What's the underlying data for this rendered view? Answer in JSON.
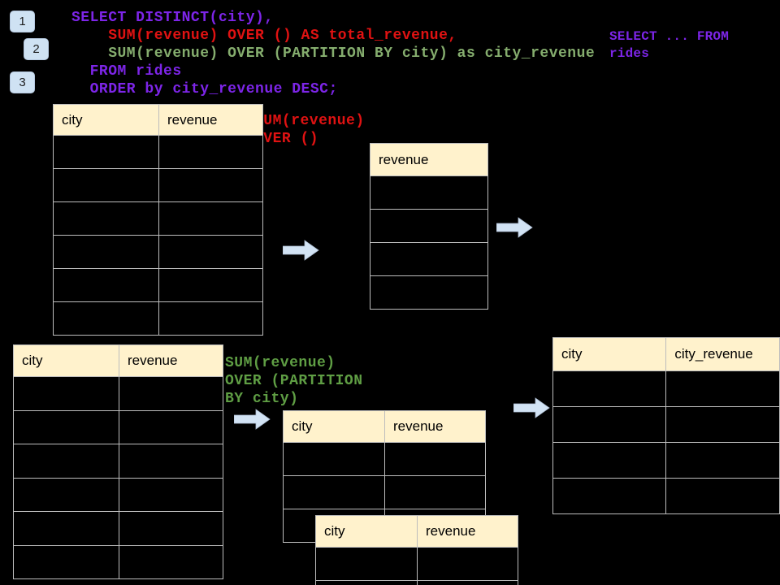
{
  "diagram": {
    "colors": {
      "background": "#000000",
      "purple": "#7d25e8",
      "red": "#e01212",
      "green_code": "#85ad6e",
      "green_label": "#5f9e44",
      "arrow_fill": "#d2e3f4",
      "header_bg": "#fff2cc",
      "border": "#bdbdbd",
      "badge_bg": "#cfe2f3"
    },
    "badges": [
      {
        "label": "1"
      },
      {
        "label": "2"
      },
      {
        "label": "3"
      }
    ],
    "code": {
      "lines": [
        {
          "text": "SELECT DISTINCT(city),",
          "color": "purple"
        },
        {
          "text": "    SUM(revenue) OVER () AS total_revenue,",
          "color": "red"
        },
        {
          "text": "    SUM(revenue) OVER (PARTITION BY city) as city_revenue",
          "color": "green_code"
        },
        {
          "text": "  FROM rides",
          "color": "purple"
        },
        {
          "text": "  ORDER by city_revenue DESC;",
          "color": "purple"
        }
      ]
    },
    "side_note": {
      "text": "SELECT ... FROM\nrides"
    },
    "labels": {
      "total": {
        "text": "SUM(revenue)\nOVER ()"
      },
      "partition": {
        "text": "SUM(revenue)\nOVER (PARTITION\nBY city)"
      }
    },
    "tables": [
      {
        "id": "source-top",
        "headers": [
          "city",
          "revenue"
        ],
        "row_count": 6
      },
      {
        "id": "total-revenue-result",
        "headers": [
          "revenue"
        ],
        "row_count": 4
      },
      {
        "id": "source-bottom",
        "headers": [
          "city",
          "revenue"
        ],
        "row_count": 6
      },
      {
        "id": "partition-input",
        "headers": [
          "city",
          "revenue"
        ],
        "row_count": 3
      },
      {
        "id": "partition-input-overlap",
        "headers": [
          "city",
          "revenue"
        ],
        "row_count": 2
      },
      {
        "id": "city-revenue-result",
        "headers": [
          "city",
          "city_revenue"
        ],
        "row_count": 4
      }
    ]
  }
}
